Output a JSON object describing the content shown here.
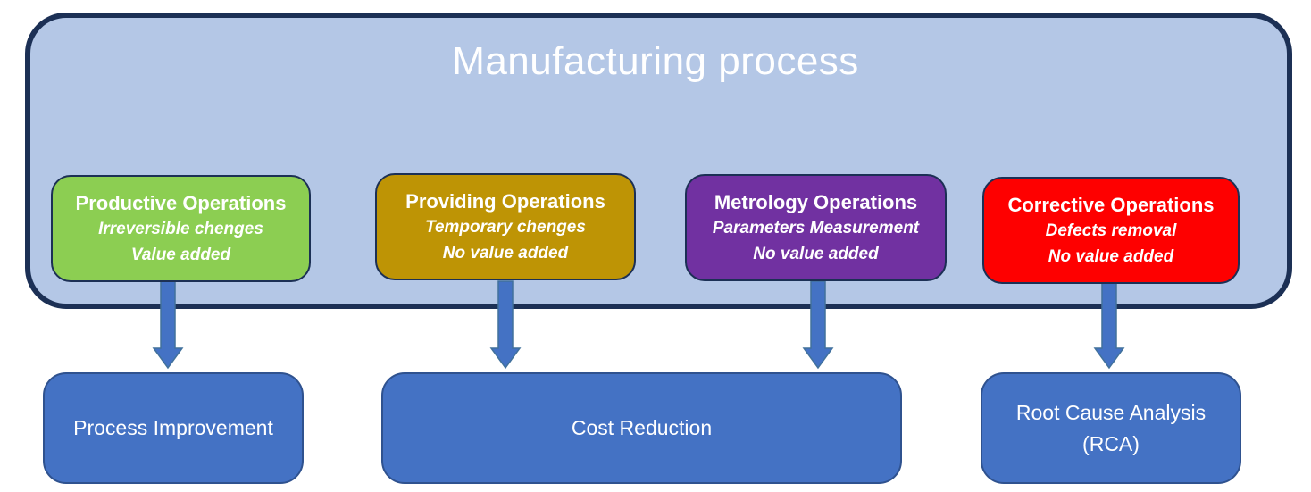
{
  "diagram": {
    "title": "Manufacturing process",
    "operations": [
      {
        "title": "Productive Operations",
        "subtitle1": "Irreversible chenges",
        "subtitle2": "Value added",
        "fill": "#8CCE52"
      },
      {
        "title": "Providing Operations",
        "subtitle1": "Temporary chenges",
        "subtitle2": "No value added",
        "fill": "#BE9405"
      },
      {
        "title": "Metrology Operations",
        "subtitle1": "Parameters Measurement",
        "subtitle2": "No value added",
        "fill": "#7131A1"
      },
      {
        "title": "Corrective Operations",
        "subtitle1": "Defects removal",
        "subtitle2": "No value added",
        "fill": "#FE0000"
      }
    ],
    "outcomes": [
      {
        "label": "Process Improvement"
      },
      {
        "label": "Cost Reduction"
      },
      {
        "label": "Root Cause Analysis (RCA)"
      }
    ],
    "colors": {
      "container_fill": "#B4C7E6",
      "container_border": "#1C3055",
      "operation_border": "#1C3055",
      "outcome_fill": "#4472C4",
      "outcome_border": "#2F528F",
      "arrow_fill": "#4472C4",
      "arrow_stroke": "#41719C",
      "text": "#FFFFFF"
    }
  }
}
